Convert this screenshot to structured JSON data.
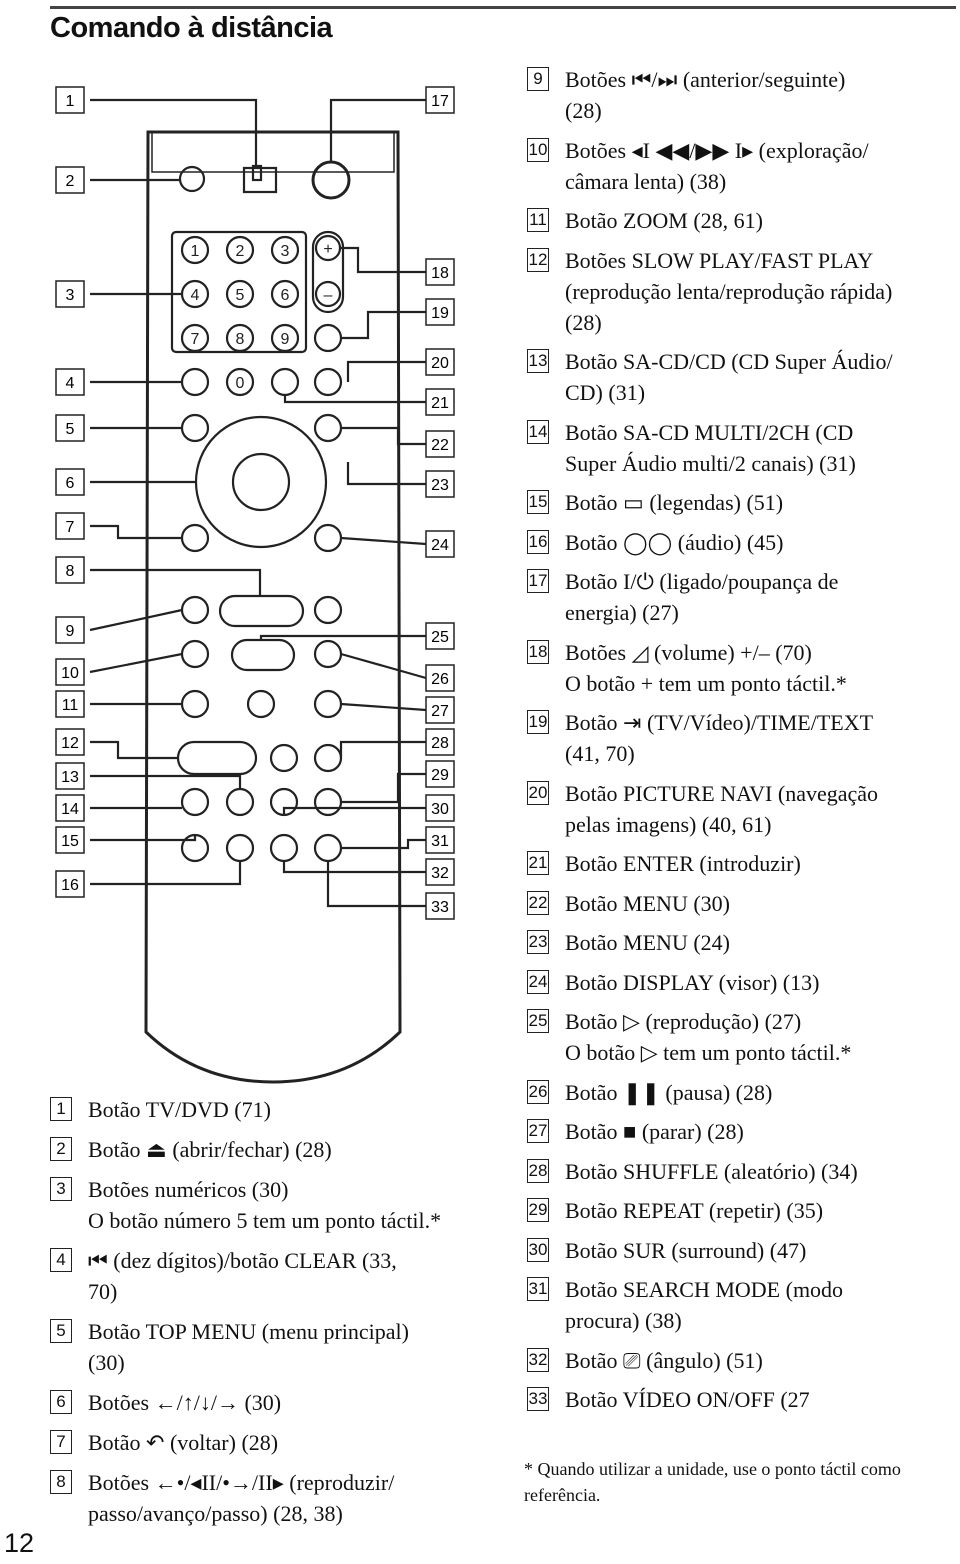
{
  "header": {
    "title": "Comando à distância"
  },
  "page_number": "12",
  "remote_labels": [
    "1",
    "2",
    "3",
    "4",
    "5",
    "6",
    "7",
    "8",
    "9",
    "10",
    "11",
    "12",
    "13",
    "14",
    "15",
    "16",
    "17",
    "18",
    "19",
    "20",
    "21",
    "22",
    "23",
    "24",
    "25",
    "26",
    "27",
    "28",
    "29",
    "30",
    "31",
    "32",
    "33"
  ],
  "left_items": [
    {
      "num": "1",
      "lines": [
        "Botão TV/DVD (71)"
      ]
    },
    {
      "num": "2",
      "lines": [
        "Botão ⏏ (abrir/fechar) (28)"
      ]
    },
    {
      "num": "3",
      "lines": [
        "Botões numéricos (30)",
        "O botão número 5 tem um ponto táctil.*"
      ]
    },
    {
      "num": "4",
      "lines": [
        "⏮ (dez dígitos)/botão CLEAR (33,",
        "70)"
      ]
    },
    {
      "num": "5",
      "lines": [
        "Botão TOP MENU (menu principal)",
        "(30)"
      ]
    },
    {
      "num": "6",
      "lines": [
        "Botões ←/↑/↓/→ (30)"
      ]
    },
    {
      "num": "7",
      "lines": [
        "Botão ↶ (voltar) (28)"
      ]
    },
    {
      "num": "8",
      "lines": [
        "Botões ←•/◂II/•→/II▸ (reproduzir/",
        "passo/avanço/passo) (28, 38)"
      ]
    }
  ],
  "right_items": [
    {
      "num": "9",
      "lines": [
        "Botões ⏮/⏭ (anterior/seguinte)",
        "(28)"
      ]
    },
    {
      "num": "10",
      "lines": [
        "Botões ◂I ◀◀/▶▶ I▸ (exploração/",
        "câmara lenta) (38)"
      ]
    },
    {
      "num": "11",
      "lines": [
        "Botão ZOOM (28, 61)"
      ]
    },
    {
      "num": "12",
      "lines": [
        "Botões SLOW PLAY/FAST PLAY",
        "(reprodução lenta/reprodução rápida)",
        "(28)"
      ]
    },
    {
      "num": "13",
      "lines": [
        "Botão SA-CD/CD (CD Super Áudio/",
        "CD) (31)"
      ]
    },
    {
      "num": "14",
      "lines": [
        "Botão SA-CD MULTI/2CH (CD",
        "Super Áudio multi/2 canais) (31)"
      ]
    },
    {
      "num": "15",
      "lines": [
        "Botão ▭ (legendas) (51)"
      ]
    },
    {
      "num": "16",
      "lines": [
        "Botão ◯◯ (áudio) (45)"
      ]
    },
    {
      "num": "17",
      "lines": [
        "Botão I/⏻ (ligado/poupança de",
        "energia) (27)"
      ]
    },
    {
      "num": "18",
      "lines": [
        "Botões ◿ (volume) +/– (70)",
        "O botão + tem um ponto táctil.*"
      ]
    },
    {
      "num": "19",
      "lines": [
        "Botão ⇥ (TV/Vídeo)/TIME/TEXT",
        "(41, 70)"
      ]
    },
    {
      "num": "20",
      "lines": [
        "Botão PICTURE NAVI (navegação",
        "pelas imagens) (40, 61)"
      ]
    },
    {
      "num": "21",
      "lines": [
        "Botão ENTER (introduzir)"
      ]
    },
    {
      "num": "22",
      "lines": [
        "Botão MENU (30)"
      ]
    },
    {
      "num": "23",
      "lines": [
        "Botão MENU (24)"
      ]
    },
    {
      "num": "24",
      "lines": [
        "Botão DISPLAY (visor) (13)"
      ]
    },
    {
      "num": "25",
      "lines": [
        "Botão ▷ (reprodução) (27)",
        "O botão ▷ tem um ponto táctil.*"
      ]
    },
    {
      "num": "26",
      "lines": [
        "Botão ❚❚ (pausa) (28)"
      ]
    },
    {
      "num": "27",
      "lines": [
        "Botão ■ (parar) (28)"
      ]
    },
    {
      "num": "28",
      "lines": [
        "Botão SHUFFLE (aleatório) (34)"
      ]
    },
    {
      "num": "29",
      "lines": [
        "Botão REPEAT (repetir) (35)"
      ]
    },
    {
      "num": "30",
      "lines": [
        "Botão SUR (surround) (47)"
      ]
    },
    {
      "num": "31",
      "lines": [
        "Botão SEARCH MODE (modo",
        "procura) (38)"
      ]
    },
    {
      "num": "32",
      "lines": [
        "Botão ⎚ (ângulo) (51)"
      ]
    },
    {
      "num": "33",
      "lines": [
        "Botão VÍDEO ON/OFF (27"
      ]
    }
  ],
  "footnote": "* Quando utilizar a unidade, use o ponto táctil como referência."
}
